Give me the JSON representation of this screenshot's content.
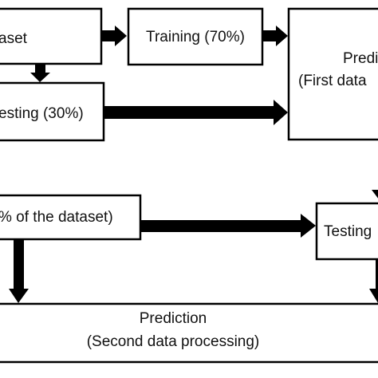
{
  "diagram": {
    "nodes": {
      "dataset": {
        "label": "aset"
      },
      "training": {
        "label": "Training (70%)"
      },
      "testing_30": {
        "label": "esting (30%)"
      },
      "prediction_first": {
        "line1": "Predi",
        "line2": "(First data"
      },
      "dataset_second": {
        "label": "% of the dataset)"
      },
      "testing_right": {
        "label": "Testing"
      },
      "prediction_second": {
        "line1": "Prediction",
        "line2": "(Second data processing)"
      }
    },
    "edges": [
      {
        "from": "dataset",
        "to": "training"
      },
      {
        "from": "dataset",
        "to": "testing_30"
      },
      {
        "from": "training",
        "to": "prediction_first"
      },
      {
        "from": "testing_30",
        "to": "prediction_first"
      },
      {
        "from": "prediction_first",
        "to": "testing_right"
      },
      {
        "from": "dataset_second",
        "to": "testing_right"
      },
      {
        "from": "dataset_second",
        "to": "prediction_second"
      },
      {
        "from": "testing_right",
        "to": "prediction_second"
      }
    ]
  }
}
